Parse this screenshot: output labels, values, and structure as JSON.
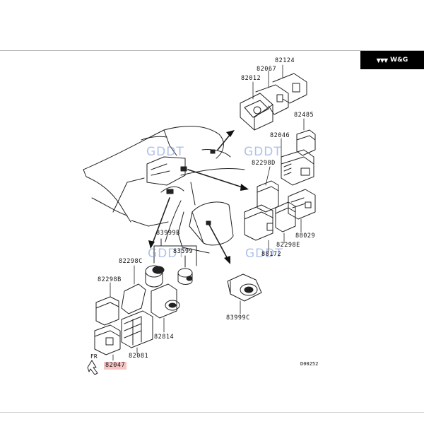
{
  "brand": {
    "name": "W&G",
    "icon": "wings-logo-icon"
  },
  "watermark": "GDDT",
  "orientation_label": "FR",
  "diagram_number": "D00252",
  "part_numbers": {
    "p82124": "82124",
    "p82067": "82067",
    "p82012": "82012",
    "p82485": "82485",
    "p82046": "82046",
    "p82298D": "82298D",
    "p88029": "88029",
    "p82298E": "82298E",
    "p88172": "88172",
    "p83999B": "83999B",
    "p83599": "83599",
    "p82298C": "82298C",
    "p82298B": "82298B",
    "p82814": "82814",
    "p82081": "82081",
    "p83999C": "83999C",
    "p82047": "82047"
  },
  "highlight_color": "#f7c4c4"
}
